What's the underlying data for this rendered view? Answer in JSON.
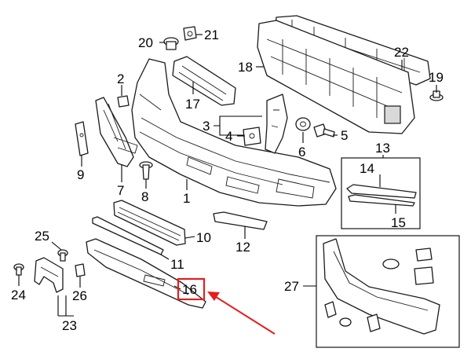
{
  "callouts": {
    "c1": "1",
    "c2": "2",
    "c3": "3",
    "c4": "4",
    "c5": "5",
    "c6": "6",
    "c7": "7",
    "c8": "8",
    "c9": "9",
    "c10": "10",
    "c11": "11",
    "c12": "12",
    "c13": "13",
    "c14": "14",
    "c15": "15",
    "c16": "16",
    "c17": "17",
    "c18": "18",
    "c19": "19",
    "c20": "20",
    "c21": "21",
    "c22": "22",
    "c23": "23",
    "c24": "24",
    "c25": "25",
    "c26": "26",
    "c27": "27"
  },
  "highlight": {
    "part_number": "16",
    "color": "#e41e1e"
  }
}
